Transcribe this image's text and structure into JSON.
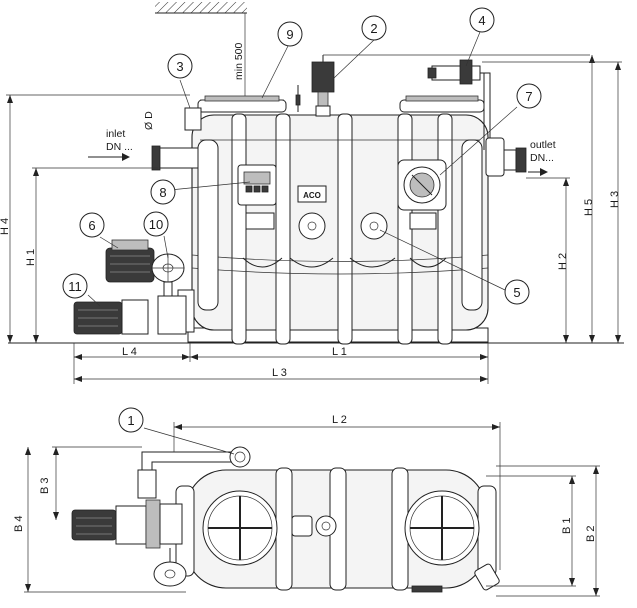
{
  "callouts": [
    {
      "id": "1",
      "num": "1"
    },
    {
      "id": "2",
      "num": "2"
    },
    {
      "id": "3",
      "num": "3"
    },
    {
      "id": "4",
      "num": "4"
    },
    {
      "id": "5",
      "num": "5"
    },
    {
      "id": "6",
      "num": "6"
    },
    {
      "id": "7",
      "num": "7"
    },
    {
      "id": "8",
      "num": "8"
    },
    {
      "id": "9",
      "num": "9"
    },
    {
      "id": "10",
      "num": "10"
    },
    {
      "id": "11",
      "num": "11"
    }
  ],
  "labels": {
    "inlet_line1": "inlet",
    "inlet_line2": "DN ...",
    "outlet_line1": "outlet",
    "outlet_line2": "DN...",
    "min_clearance": "min 500",
    "diameter": "Ø D",
    "brand": "ACO"
  },
  "dimensions": {
    "H1": "H 1",
    "H2": "H 2",
    "H3": "H 3",
    "H4": "H 4",
    "H5": "H 5",
    "L1": "L 1",
    "L2": "L 2",
    "L3": "L 3",
    "L4": "L 4",
    "B1": "B 1",
    "B2": "B 2",
    "B3": "B 3",
    "B4": "B 4"
  }
}
